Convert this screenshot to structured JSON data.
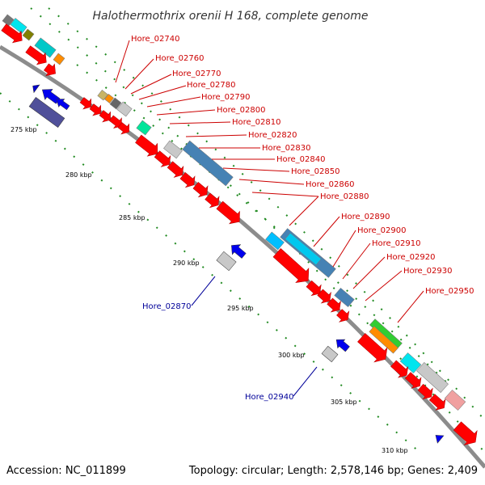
{
  "title": "Halothermothrix orenii H 168, complete genome",
  "footer": {
    "accession": "Accession: NC_011899",
    "summary": "Topology: circular; Length: 2,578,146 bp; Genes: 2,409"
  },
  "ticks": [
    "275 kbp",
    "280 kbp",
    "285 kbp",
    "290 kbp",
    "295 kbp",
    "300 kbp",
    "305 kbp",
    "310 kbp"
  ],
  "forward_labels": [
    "Hore_02740",
    "Hore_02760",
    "Hore_02770",
    "Hore_02780",
    "Hore_02790",
    "Hore_02800",
    "Hore_02810",
    "Hore_02820",
    "Hore_02830",
    "Hore_02840",
    "Hore_02850",
    "Hore_02860",
    "Hore_02880",
    "Hore_02890",
    "Hore_02900",
    "Hore_02910",
    "Hore_02920",
    "Hore_02930",
    "Hore_02950"
  ],
  "reverse_labels": [
    "Hore_02870",
    "Hore_02940"
  ],
  "colors": {
    "forward_gene": "#ff0000",
    "reverse_gene": "#0000cc",
    "backbone": "#8c8c8c",
    "tick_mark": "#228b22",
    "forward_label": "#cc0000",
    "reverse_label": "#000099"
  }
}
